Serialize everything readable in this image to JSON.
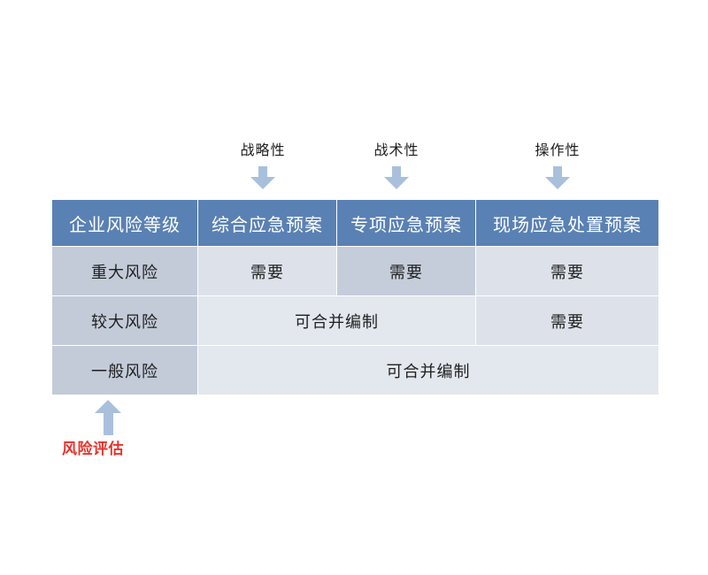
{
  "diagram": {
    "title_text": "",
    "colors": {
      "header_blue": "#5a81b4",
      "level_cell": "#c3cbd9",
      "cell_light": "#dde2ea",
      "cell_mid": "#e3e7ee",
      "cell_highlight": "#c5cdda",
      "arrow_blue": "#a9c0dc",
      "annotation_red": "#e8322a",
      "background": "#ffffff"
    },
    "top_annotations": [
      {
        "label": "战略性",
        "icon": "arrow-down-icon"
      },
      {
        "label": "战术性",
        "icon": "arrow-down-icon"
      },
      {
        "label": "操作性",
        "icon": "arrow-down-icon"
      }
    ],
    "bottom_annotation": {
      "label": "风险评估",
      "icon": "arrow-up-icon"
    },
    "table": {
      "headers": [
        "企业风险等级",
        "综合应急预案",
        "专项应急预案",
        "现场应急处置预案"
      ],
      "rows": [
        {
          "level": "重大风险",
          "cells": [
            {
              "text": "需要",
              "colspan": 1
            },
            {
              "text": "需要",
              "colspan": 1
            },
            {
              "text": "需要",
              "colspan": 1
            }
          ]
        },
        {
          "level": "较大风险",
          "cells": [
            {
              "text": "可合并编制",
              "colspan": 2
            },
            {
              "text": "需要",
              "colspan": 1
            }
          ]
        },
        {
          "level": "一般风险",
          "cells": [
            {
              "text": "可合并编制",
              "colspan": 3
            }
          ]
        }
      ]
    }
  }
}
